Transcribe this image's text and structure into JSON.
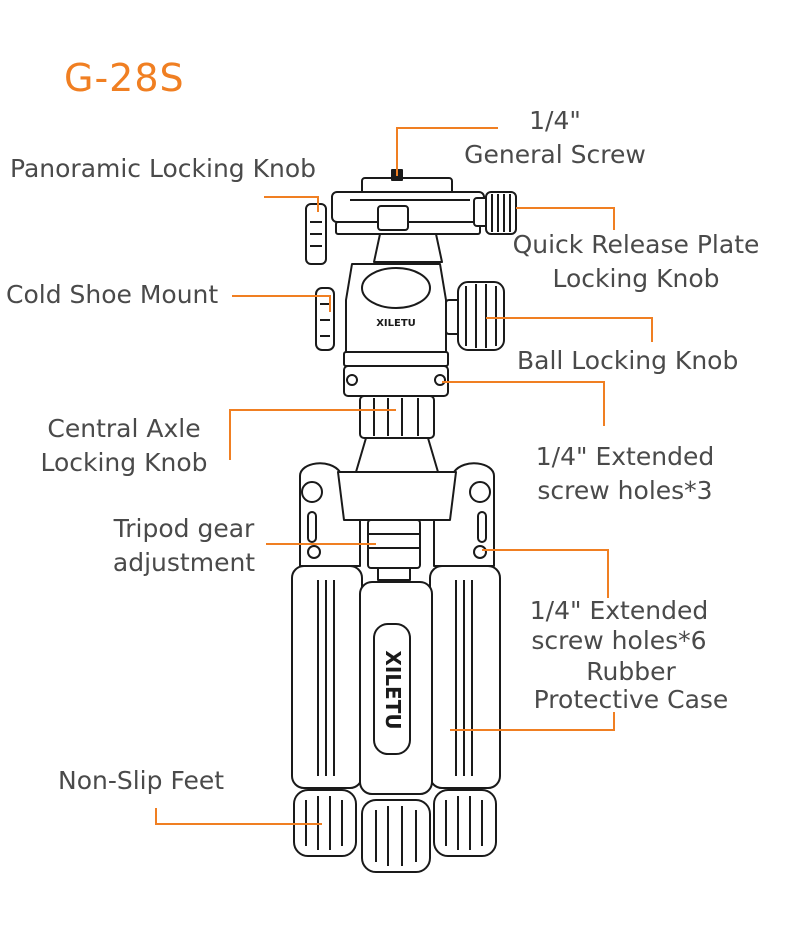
{
  "title": "G-28S",
  "brand": "XILETU",
  "colors": {
    "accent": "#f07f22",
    "line": "#1a1a1a",
    "text": "#4a4a4a"
  },
  "labels": {
    "general_screw": [
      "1/4\"",
      "General Screw"
    ],
    "panoramic_knob": "Panoramic Locking Knob",
    "qr_plate_knob": [
      "Quick Release Plate",
      "Locking Knob"
    ],
    "cold_shoe": "Cold Shoe Mount",
    "ball_knob": "Ball Locking Knob",
    "central_axle": [
      "Central Axle",
      "Locking Knob"
    ],
    "ext_holes_3": [
      "1/4\" Extended",
      "screw holes*3"
    ],
    "tripod_gear": [
      "Tripod gear",
      "adjustment"
    ],
    "ext_holes_6": [
      "1/4\" Extended",
      "screw holes*6"
    ],
    "rubber_case": [
      "Rubber",
      "Protective Case"
    ],
    "non_slip": "Non-Slip Feet"
  }
}
